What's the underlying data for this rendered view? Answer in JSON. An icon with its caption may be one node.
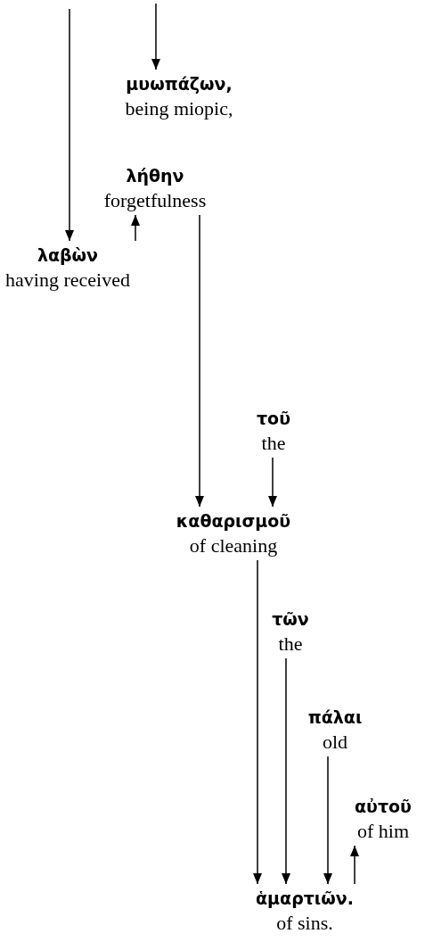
{
  "diagram": {
    "nodes": [
      {
        "text": [
          "μυωπάζων,",
          "being miopic,"
        ]
      },
      {
        "text": [
          "λήθην",
          "forgetfulness"
        ]
      },
      {
        "text": [
          "λαβὼν",
          "having received"
        ]
      },
      {
        "text": [
          "τοῦ",
          "the"
        ]
      },
      {
        "text": [
          "καθαρισμοῦ",
          "of cleaning"
        ]
      },
      {
        "text": [
          "τῶν",
          "the"
        ]
      },
      {
        "text": [
          "πάλαι",
          "old"
        ]
      },
      {
        "text": [
          "αὐτοῦ",
          "of him"
        ]
      },
      {
        "text": [
          "ἁμαρτιῶν.",
          "of sins."
        ]
      }
    ],
    "edges": [
      {
        "from": null,
        "to": 2,
        "arrow": "to"
      },
      {
        "from": null,
        "to": 0,
        "arrow": "to"
      },
      {
        "from": 2,
        "to": 1,
        "arrow": "to"
      },
      {
        "from": 1,
        "to": 4,
        "arrow": "to"
      },
      {
        "from": 3,
        "to": 4,
        "arrow": "to"
      },
      {
        "from": 4,
        "to": 8,
        "arrow": "to"
      },
      {
        "from": 5,
        "to": 8,
        "arrow": "to"
      },
      {
        "from": 6,
        "to": 8,
        "arrow": "to"
      },
      {
        "from": 8,
        "to": 7,
        "arrow": "to"
      }
    ]
  }
}
